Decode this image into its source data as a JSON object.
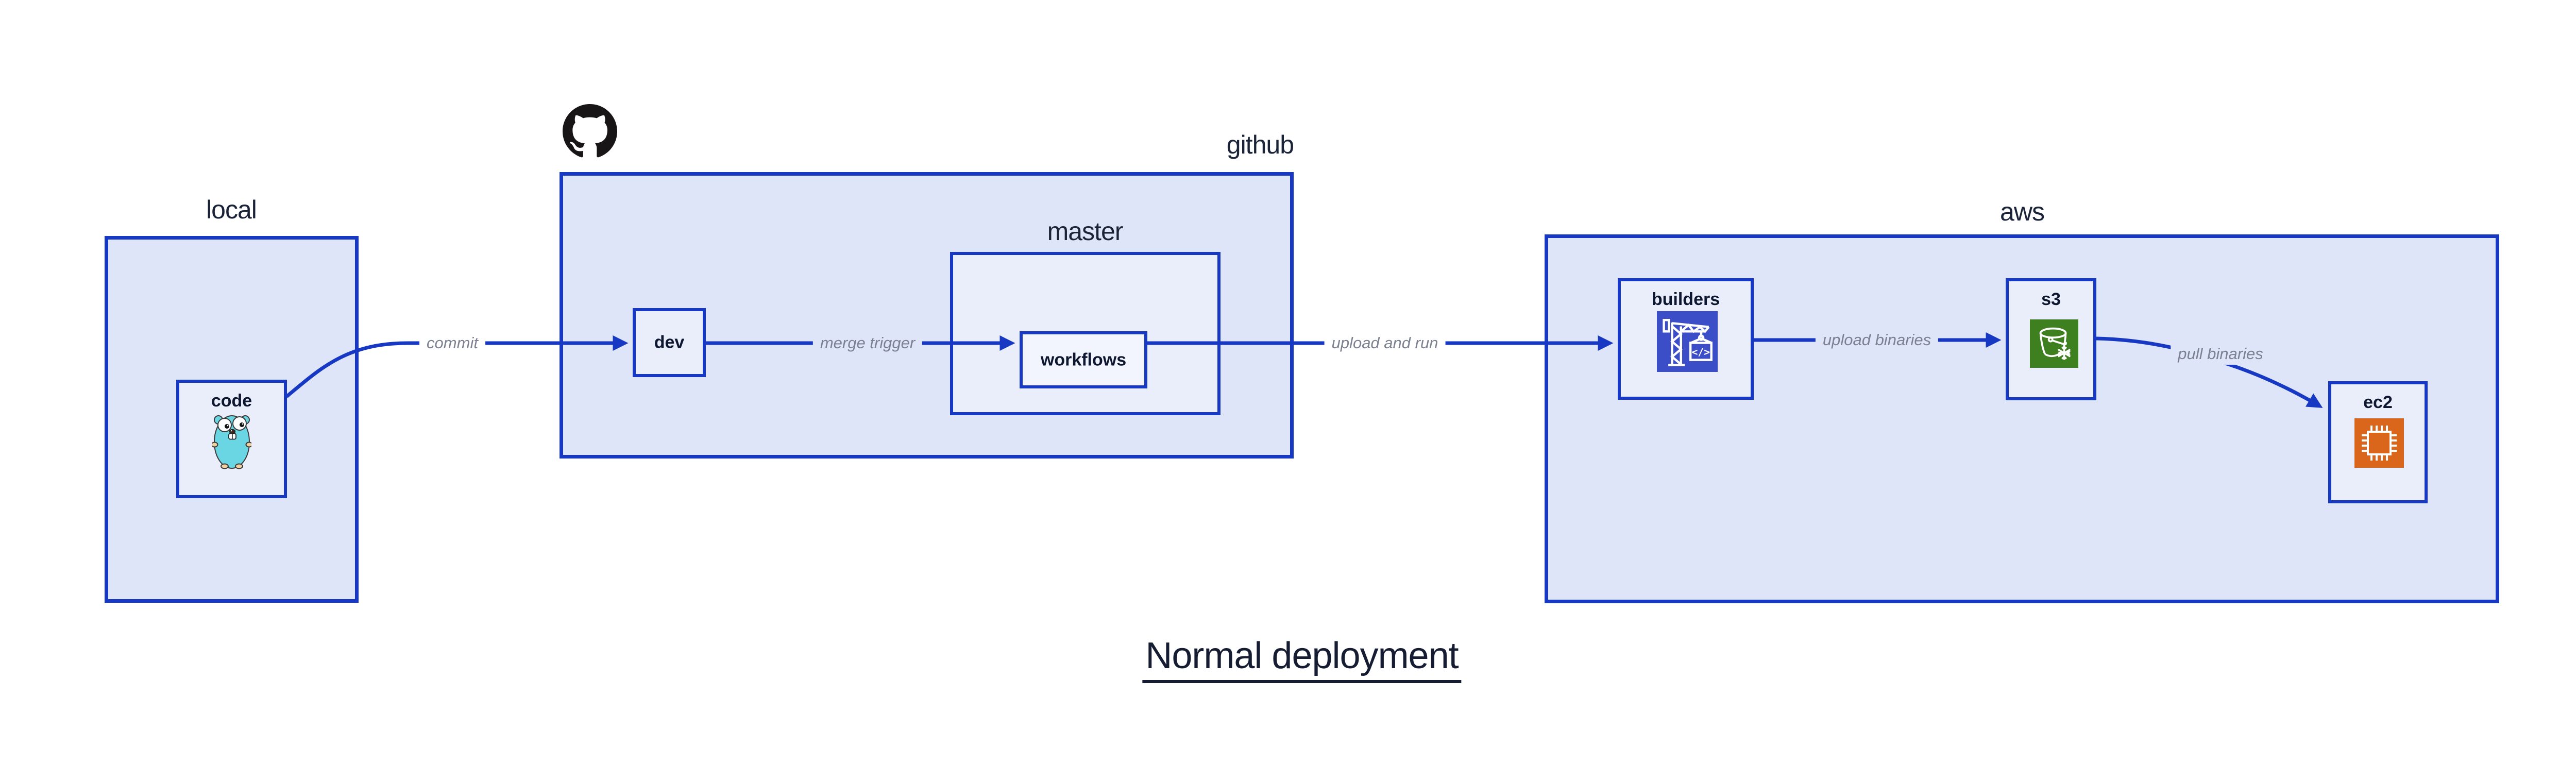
{
  "title": "Normal deployment",
  "groups": {
    "local": {
      "label": "local"
    },
    "github": {
      "label": "github"
    },
    "master": {
      "label": "master"
    },
    "aws": {
      "label": "aws"
    }
  },
  "nodes": {
    "code": {
      "label": "code"
    },
    "dev": {
      "label": "dev"
    },
    "workflows": {
      "label": "workflows"
    },
    "builders": {
      "label": "builders"
    },
    "s3": {
      "label": "s3"
    },
    "ec2": {
      "label": "ec2"
    }
  },
  "edges": {
    "commit": {
      "label": "commit"
    },
    "merge_trigger": {
      "label": "merge trigger"
    },
    "upload_and_run": {
      "label": "upload and run"
    },
    "upload_binaries": {
      "label": "upload binaries"
    },
    "pull_binaries": {
      "label": "pull binaries"
    }
  },
  "icons": {
    "github_logo": "octocat-logo",
    "code": "go-gopher",
    "builders": "construction-crane-codebuild",
    "s3": "glacier-bucket",
    "ec2": "processor-chip"
  },
  "colors": {
    "stroke_blue": "#1638c2",
    "group_fill": "#dfe5f8",
    "node_fill": "#eaeefa",
    "inner_node_fill": "#f2f5fd",
    "label_dark": "#0e1730",
    "edge_label_gray": "#7b8191",
    "gopher_teal": "#6bd6e3",
    "builders_indigo": "#3c4ec7",
    "s3_green": "#3e7f20",
    "ec2_orange": "#d9661a",
    "github_black": "#171515"
  }
}
